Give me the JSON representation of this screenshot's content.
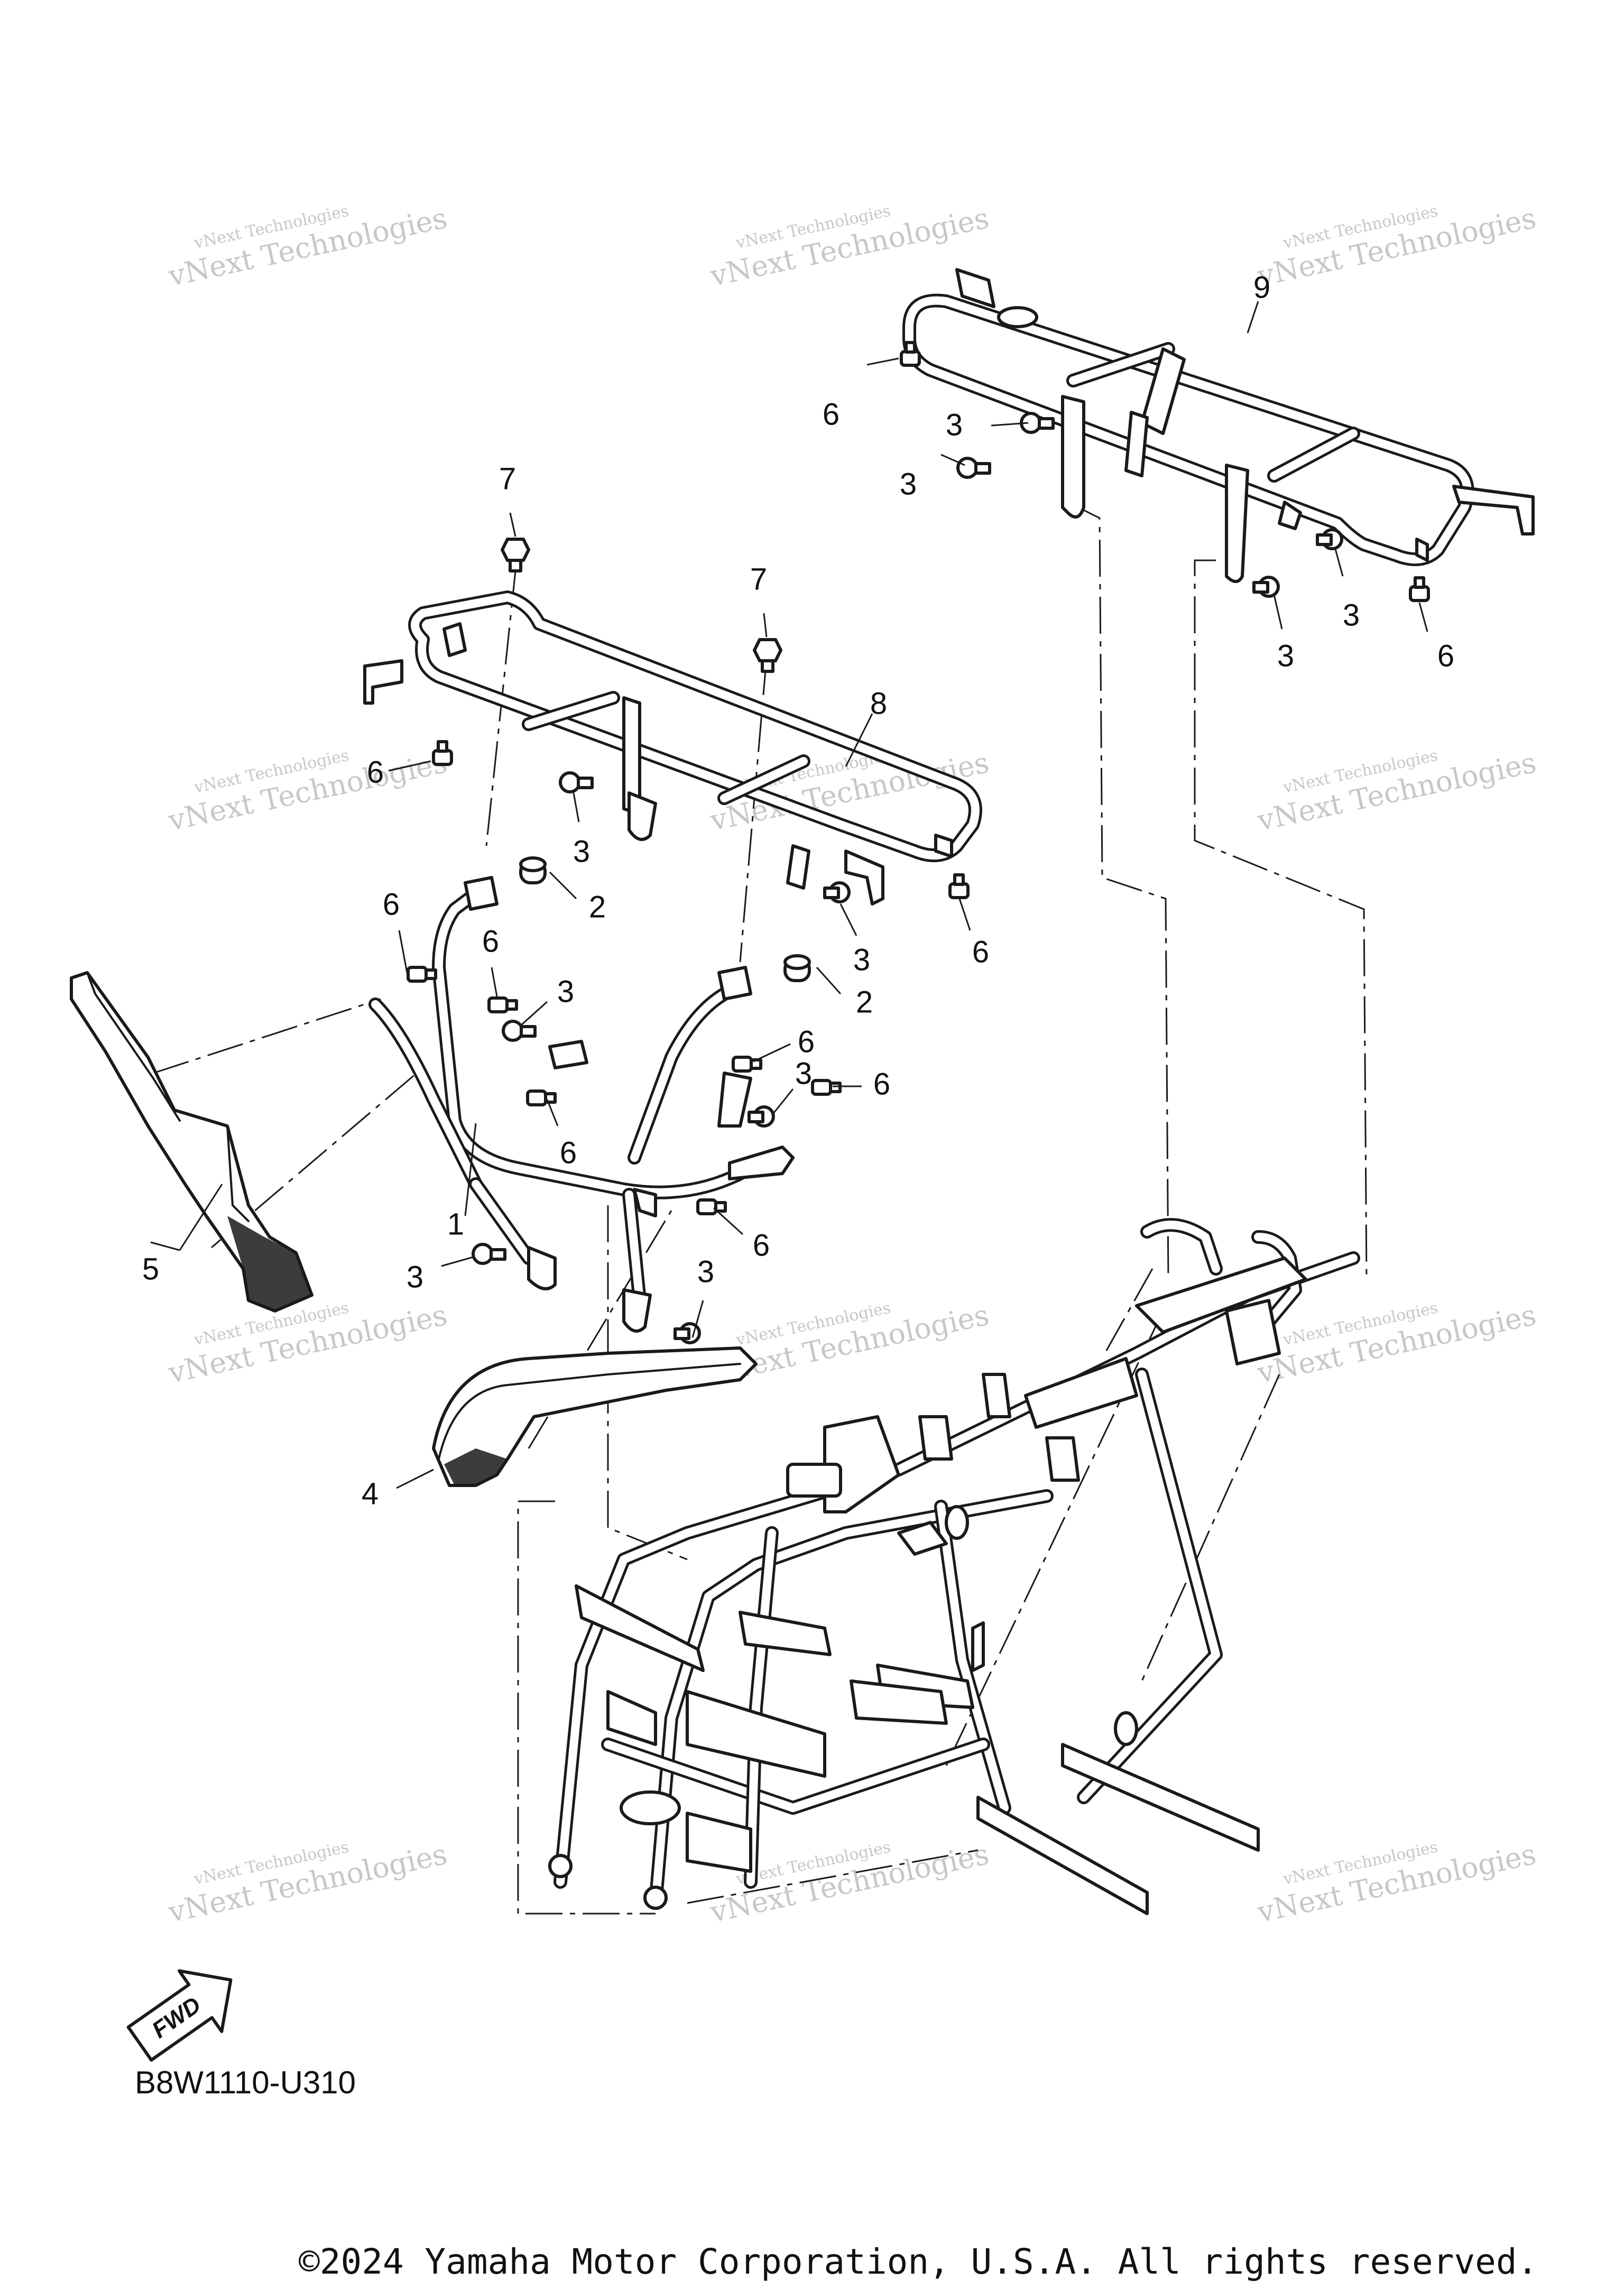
{
  "callouts": [
    {
      "label": "1"
    },
    {
      "label": "2"
    },
    {
      "label": "2"
    },
    {
      "label": "3"
    },
    {
      "label": "3"
    },
    {
      "label": "3"
    },
    {
      "label": "3"
    },
    {
      "label": "3"
    },
    {
      "label": "3"
    },
    {
      "label": "3"
    },
    {
      "label": "3"
    },
    {
      "label": "3"
    },
    {
      "label": "3"
    },
    {
      "label": "4"
    },
    {
      "label": "5"
    },
    {
      "label": "6"
    },
    {
      "label": "6"
    },
    {
      "label": "6"
    },
    {
      "label": "6"
    },
    {
      "label": "6"
    },
    {
      "label": "6"
    },
    {
      "label": "6"
    },
    {
      "label": "6"
    },
    {
      "label": "6"
    },
    {
      "label": "6"
    },
    {
      "label": "7"
    },
    {
      "label": "7"
    },
    {
      "label": "8"
    },
    {
      "label": "9"
    }
  ],
  "watermark": {
    "line1": "vNext Technologies",
    "line2": "vNext Technologies"
  },
  "fwd_label": "FWD",
  "diagram_code": "B8W1110-U310",
  "copyright": "©2024 Yamaha Motor Corporation, U.S.A. All rights reserved."
}
